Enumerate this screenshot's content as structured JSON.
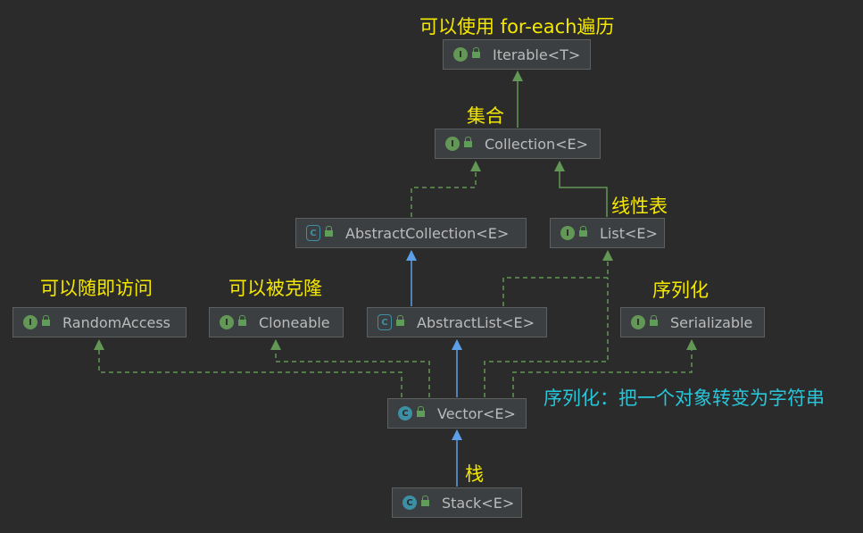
{
  "nodes": {
    "iterable": {
      "label": "Iterable<T>",
      "icon": "I"
    },
    "collection": {
      "label": "Collection<E>",
      "icon": "I"
    },
    "abstract_collection": {
      "label": "AbstractCollection<E>",
      "icon": "C"
    },
    "list": {
      "label": "List<E>",
      "icon": "I"
    },
    "random_access": {
      "label": "RandomAccess",
      "icon": "I"
    },
    "cloneable": {
      "label": "Cloneable",
      "icon": "I"
    },
    "abstract_list": {
      "label": "AbstractList<E>",
      "icon": "C"
    },
    "serializable": {
      "label": "Serializable",
      "icon": "I"
    },
    "vector": {
      "label": "Vector<E>",
      "icon": "C"
    },
    "stack": {
      "label": "Stack<E>",
      "icon": "C"
    }
  },
  "annotations": {
    "iterable": "可以使用 for-each遍历",
    "collection": "集合",
    "list": "线性表",
    "random_access": "可以随即访问",
    "cloneable": "可以被克隆",
    "serializable": "序列化",
    "serialization_desc": "序列化：把一个对象转变为字符串",
    "stack": "栈"
  },
  "colors": {
    "background": "#2b2b2b",
    "node_fill": "#3c3f41",
    "implements_edge": "#629755",
    "extends_edge": "#5c9fe8",
    "annotation_yellow": "#f5e800",
    "annotation_cyan": "#27c6d9"
  }
}
